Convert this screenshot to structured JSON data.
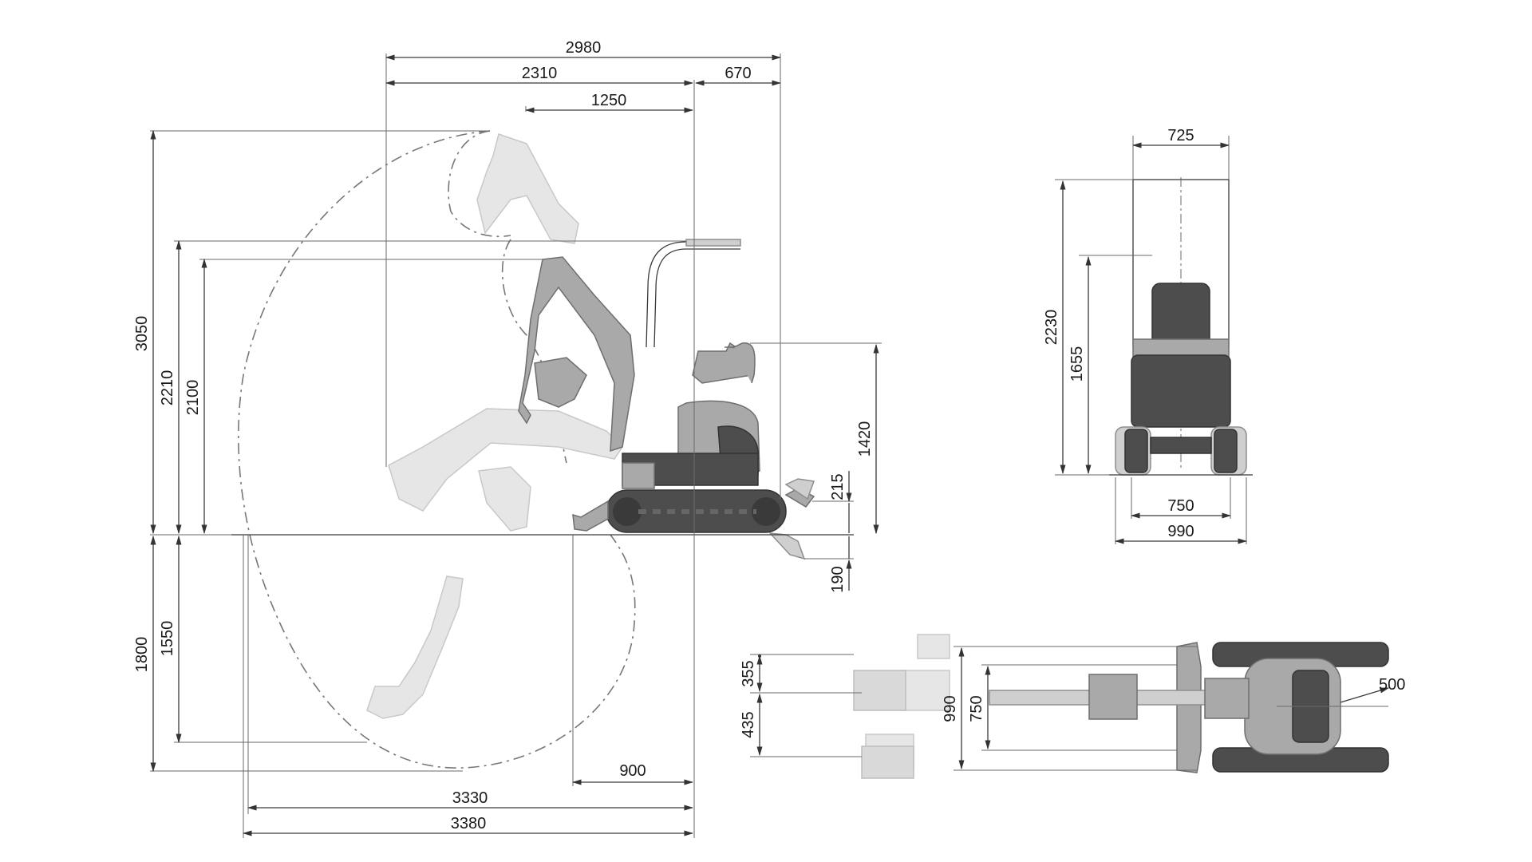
{
  "side_view": {
    "top_dims": {
      "overall": "2980",
      "front": "2310",
      "rear": "670",
      "inner": "1250"
    },
    "left_dims": {
      "max_height": "3050",
      "dump_height_1": "2210",
      "dump_height_2": "2100",
      "max_depth": "1800",
      "vertical_depth": "1550"
    },
    "right_dims": {
      "seat_height": "1420",
      "blade_lift": "215",
      "blade_drop": "190"
    },
    "bottom_dims": {
      "blade_reach": "900",
      "ground_reach": "3330",
      "max_reach": "3380"
    }
  },
  "front_view": {
    "dims": {
      "canopy_width": "725",
      "overall_height": "2230",
      "seat_top_height": "1655",
      "track_inner": "750",
      "track_outer": "990"
    }
  },
  "top_view": {
    "dims": {
      "swing_left": "355",
      "swing_right": "435",
      "outer_width": "990",
      "inner_width": "750",
      "tail_radius": "500"
    }
  }
}
